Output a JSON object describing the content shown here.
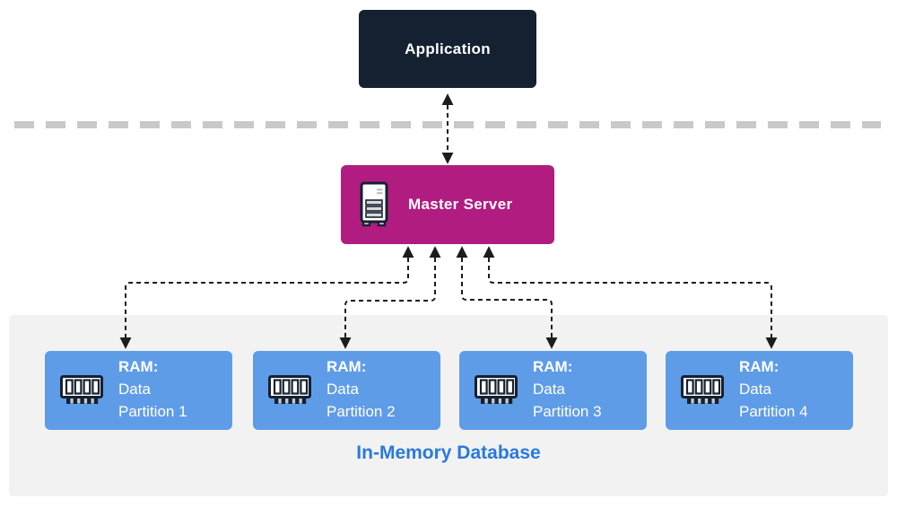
{
  "colors": {
    "app_bg": "#152130",
    "master_bg": "#b11c80",
    "partition_bg": "#5f9ce8",
    "panel_bg": "#f2f2f2",
    "group_label_color": "#2979dd",
    "separator_dash": "#c9c9c9",
    "arrow_color": "#1c1c1c"
  },
  "nodes": {
    "application": {
      "label": "Application"
    },
    "master_server": {
      "label": "Master Server",
      "icon": "server-tower-icon"
    }
  },
  "in_memory_database": {
    "group_label": "In-Memory Database",
    "partitions": [
      {
        "icon": "ram-chip-icon",
        "title": "RAM:",
        "line1": "Data",
        "line2": "Partition 1"
      },
      {
        "icon": "ram-chip-icon",
        "title": "RAM:",
        "line1": "Data",
        "line2": "Partition 2"
      },
      {
        "icon": "ram-chip-icon",
        "title": "RAM:",
        "line1": "Data",
        "line2": "Partition 3"
      },
      {
        "icon": "ram-chip-icon",
        "title": "RAM:",
        "line1": "Data",
        "line2": "Partition 4"
      }
    ]
  },
  "connections": [
    {
      "from": "application",
      "to": "master-server",
      "style": "dashed",
      "bidirectional": true
    },
    {
      "from": "master-server",
      "to": "ram-partition-1",
      "style": "dashed",
      "bidirectional": true
    },
    {
      "from": "master-server",
      "to": "ram-partition-2",
      "style": "dashed",
      "bidirectional": true
    },
    {
      "from": "master-server",
      "to": "ram-partition-3",
      "style": "dashed",
      "bidirectional": true
    },
    {
      "from": "master-server",
      "to": "ram-partition-4",
      "style": "dashed",
      "bidirectional": true
    }
  ]
}
